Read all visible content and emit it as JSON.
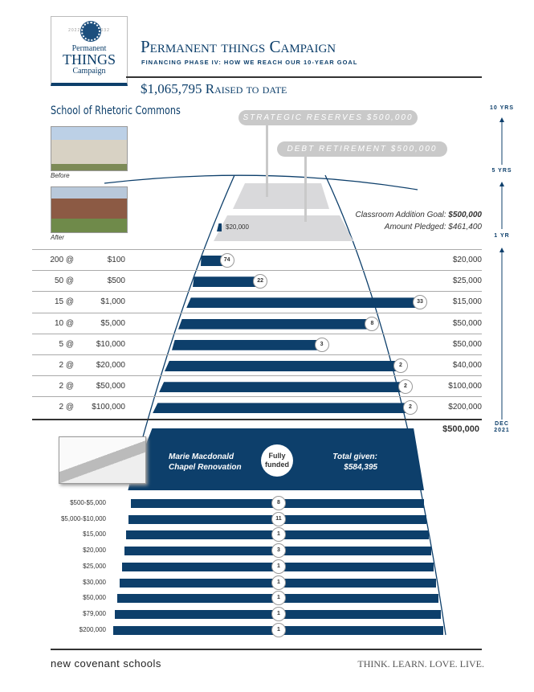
{
  "logo": {
    "years_left": "2022",
    "years_right": "2032",
    "line1": "Permanent",
    "line2": "THINGS",
    "line3": "Campaign"
  },
  "header": {
    "title": "Permanent things Campaign",
    "subtitle": "FINANCING PHASE IV: HOW WE REACH OUR 10-YEAR GOAL",
    "raised": "$1,065,795 Raised to date"
  },
  "project": {
    "name": "School of Rhetoric Commons",
    "before_label": "Before",
    "after_label": "After"
  },
  "goals": {
    "strategic": "STRATEGIC RESERVES $500,000",
    "debt": "DEBT RETIREMENT $500,000",
    "small_bar_label": "$20,000",
    "classroom_goal_label": "Classroom Addition Goal: ",
    "classroom_goal_value": "$500,000",
    "pledged": "Amount Pledged: $461,400"
  },
  "timeline": [
    "10 YRS",
    "5 YRS",
    "1 YR",
    "DEC 2021"
  ],
  "classroom_rows": [
    {
      "count": "200 @",
      "amount": "$100",
      "pledged": 74,
      "total": "$20,000",
      "fill": 0.11
    },
    {
      "count": "50 @",
      "amount": "$500",
      "pledged": 22,
      "total": "$25,000",
      "fill": 0.29
    },
    {
      "count": "15 @",
      "amount": "$1,000",
      "pledged": 33,
      "total": "$15,000",
      "fill": 1.0
    },
    {
      "count": "10 @",
      "amount": "$5,000",
      "pledged": 8,
      "total": "$50,000",
      "fill": 0.8
    },
    {
      "count": "5 @",
      "amount": "$10,000",
      "pledged": 3,
      "total": "$50,000",
      "fill": 0.6
    },
    {
      "count": "2 @",
      "amount": "$20,000",
      "pledged": 2,
      "total": "$40,000",
      "fill": 1.0
    },
    {
      "count": "2 @",
      "amount": "$50,000",
      "pledged": 2,
      "total": "$100,000",
      "fill": 1.0
    },
    {
      "count": "2 @",
      "amount": "$100,000",
      "pledged": 2,
      "total": "$200,000",
      "fill": 1.0
    }
  ],
  "classroom_total": "$500,000",
  "chapel": {
    "name_line1": "Marie Macdonald",
    "name_line2": "Chapel Renovation",
    "status_line1": "Fully",
    "status_line2": "funded",
    "total_label": "Total given:",
    "total_value": "$584,395"
  },
  "chapel_rows": [
    {
      "range": "$500-$5,000",
      "count": 8
    },
    {
      "range": "$5,000-$10,000",
      "count": 11
    },
    {
      "range": "$15,000",
      "count": 1
    },
    {
      "range": "$20,000",
      "count": 3
    },
    {
      "range": "$25,000",
      "count": 1
    },
    {
      "range": "$30,000",
      "count": 1
    },
    {
      "range": "$50,000",
      "count": 1
    },
    {
      "range": "$79,000",
      "count": 1
    },
    {
      "range": "$200,000",
      "count": 1
    }
  ],
  "footer": {
    "school": "new covenant schools",
    "tagline": "THINK. LEARN. LOVE. LIVE."
  },
  "colors": {
    "navy": "#0d3f6b",
    "gray": "#c9c9c9"
  }
}
